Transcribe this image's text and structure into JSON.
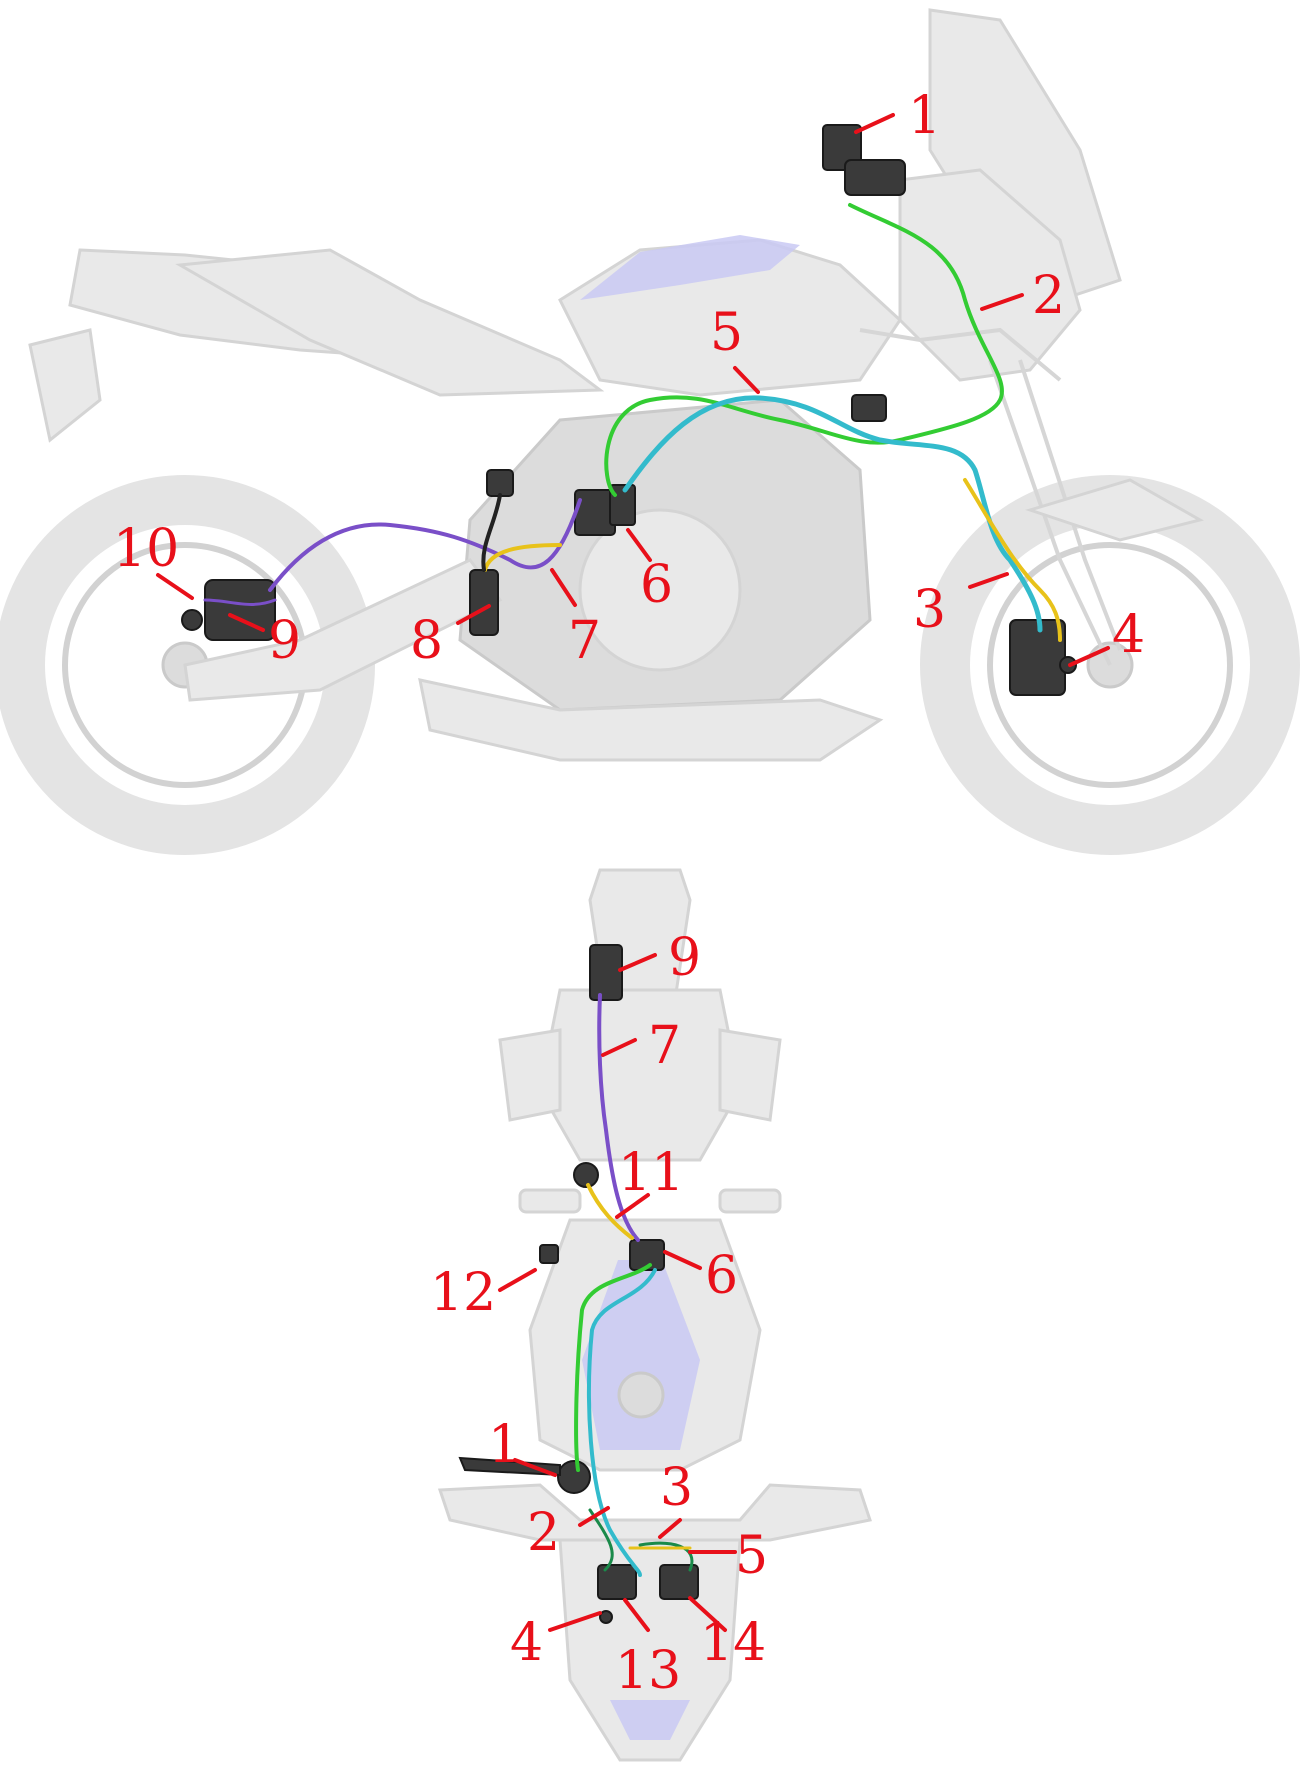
{
  "colors": {
    "label": "#e8101a",
    "hose_green": "#33cc33",
    "hose_cyan": "#33bbcc",
    "hose_purple": "#7a4fc8",
    "hose_yellow": "#e8c21a",
    "accent_blue": "#b9b9f2",
    "ghost_gray": "#e6e6e6"
  },
  "side_view": {
    "callouts": [
      "1",
      "2",
      "3",
      "4",
      "5",
      "6",
      "7",
      "8",
      "9",
      "10"
    ]
  },
  "top_view": {
    "callouts": [
      "9",
      "7",
      "11",
      "6",
      "12",
      "1",
      "3",
      "2",
      "5",
      "4",
      "13",
      "14"
    ]
  }
}
